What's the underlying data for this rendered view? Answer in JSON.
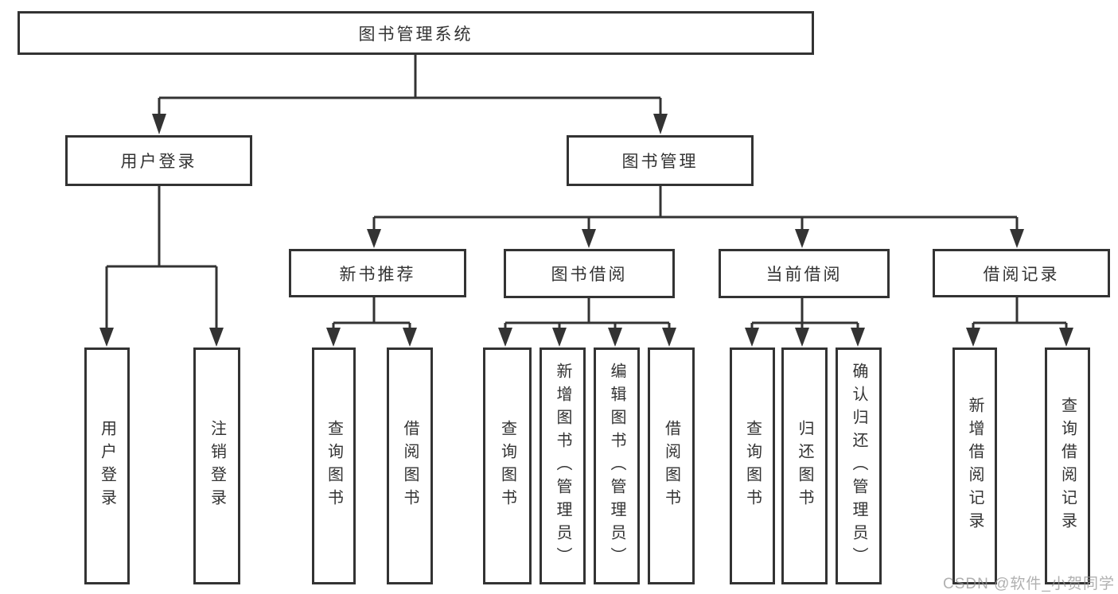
{
  "diagram": {
    "root": {
      "label": "图书管理系统"
    },
    "level2": {
      "user_login": {
        "label": "用户登录"
      },
      "book_mgmt": {
        "label": "图书管理"
      }
    },
    "level3": {
      "new_books": {
        "label": "新书推荐"
      },
      "book_borrow": {
        "label": "图书借阅"
      },
      "current_borrow": {
        "label": "当前借阅"
      },
      "borrow_records": {
        "label": "借阅记录"
      }
    },
    "leaves": {
      "user_login": "用户登录",
      "logout_login": "注销登录",
      "nb_query_books": "查询图书",
      "nb_borrow_books": "借阅图书",
      "bb_query_books": "查询图书",
      "bb_add_books": "新增图书（管理员）",
      "bb_edit_books": "编辑图书（管理员）",
      "bb_borrow_books": "借阅图书",
      "cb_query_books": "查询图书",
      "cb_return_books": "归还图书",
      "cb_confirm_return": "确认归还（管理员）",
      "br_add_record": "新增借阅记录",
      "br_query_record": "查询借阅记录"
    },
    "colors": {
      "line": "#333333",
      "text": "#333333",
      "box_background": "#ffffff",
      "page_background": "#ffffff",
      "watermark": "#969696"
    }
  },
  "watermark": "CSDN @软件_小贺同学"
}
